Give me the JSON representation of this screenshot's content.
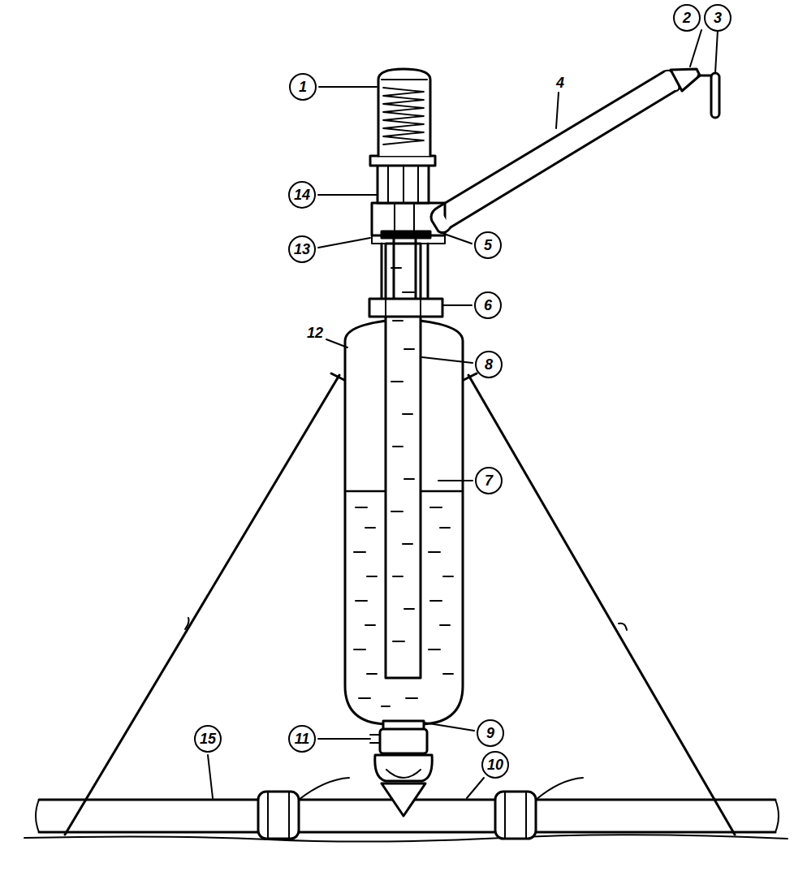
{
  "diagram": {
    "labels": [
      "1",
      "2",
      "3",
      "4",
      "14",
      "13",
      "5",
      "6",
      "12",
      "8",
      "7",
      "11",
      "9",
      "15",
      "10"
    ]
  }
}
